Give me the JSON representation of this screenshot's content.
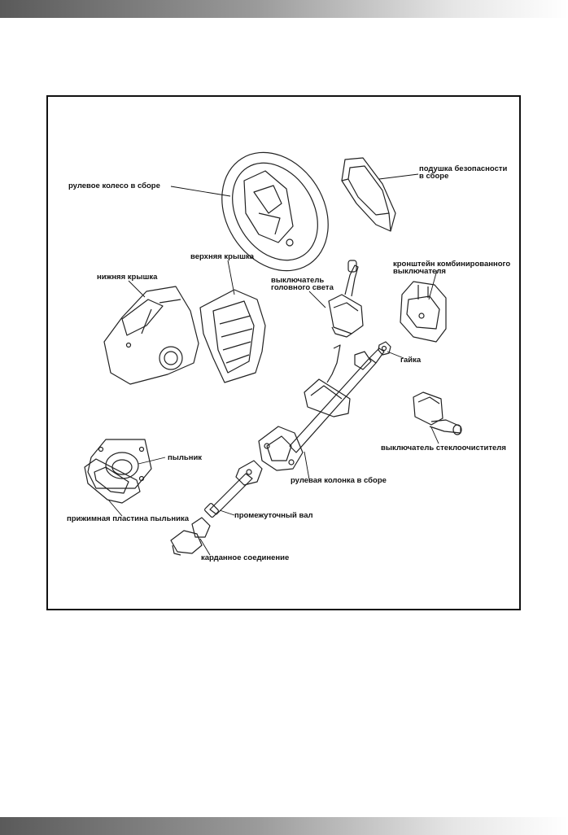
{
  "labels": {
    "steering_wheel": "рулевое колесо в сборе",
    "airbag_1": "подушка безопасности",
    "airbag_2": "в сборе",
    "upper_cover": "верхняя крышка",
    "lower_cover": "нижняя крышка",
    "headlight_switch_1": "выключатель",
    "headlight_switch_2": "головного света",
    "bracket_1": "кронштейн комбинированного",
    "bracket_2": "выключателя",
    "nut": "гайка",
    "wiper_switch": "выключатель стеклоочистителя",
    "boot": "пыльник",
    "column": "рулевая колонка в сборе",
    "boot_plate": "прижимная пластина пыльника",
    "intermediate_shaft": "промежуточный вал",
    "cardan_joint": "карданное соединение"
  }
}
